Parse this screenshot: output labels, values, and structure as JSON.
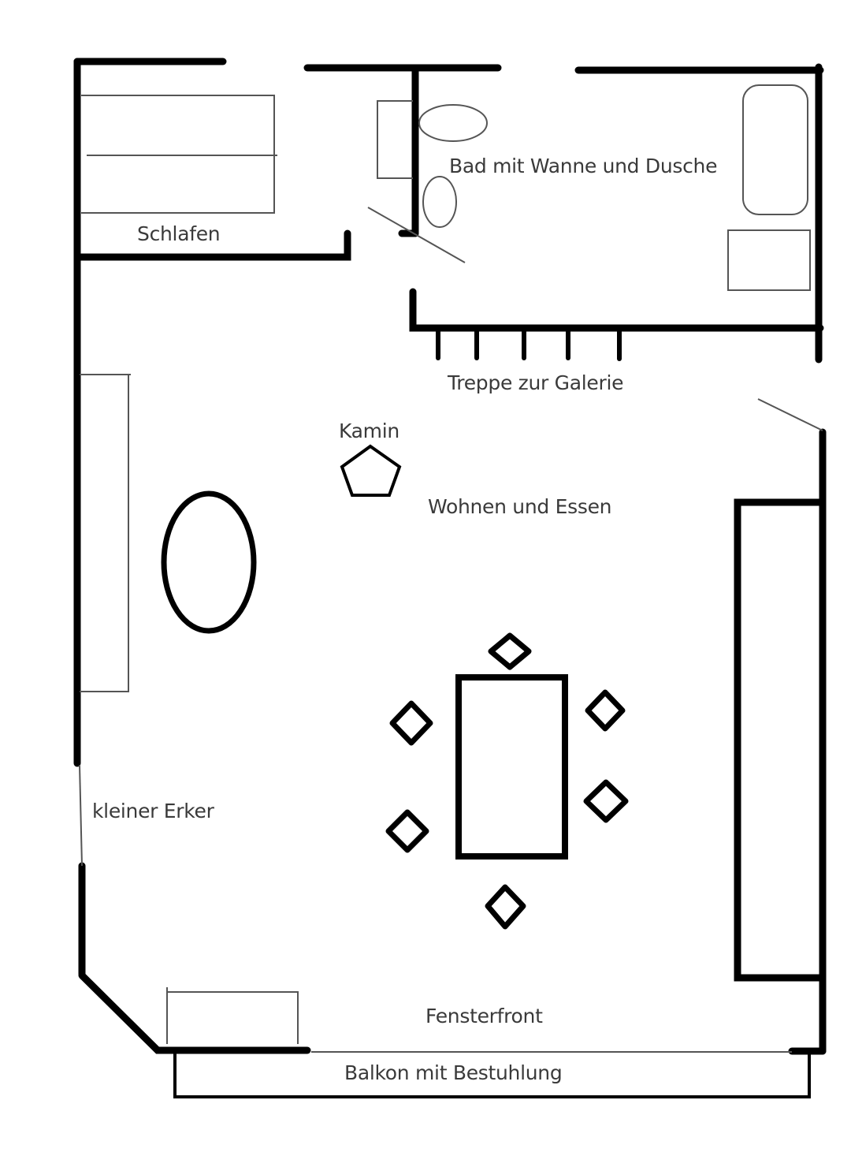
{
  "diagram": {
    "type": "floor-plan",
    "colors": {
      "wall": "#000000",
      "furniture": "#555555",
      "text": "#3a3a3a",
      "background": "#ffffff"
    }
  },
  "rooms": {
    "bedroom": {
      "label": "Schlafen"
    },
    "bathroom": {
      "label": "Bad mit Wanne und Dusche"
    },
    "stairs": {
      "label": "Treppe zur Galerie"
    },
    "fireplace": {
      "label": "Kamin"
    },
    "living": {
      "label": "Wohnen und Essen"
    },
    "bay": {
      "label": "kleiner Erker"
    },
    "window_front": {
      "label": "Fensterfront"
    },
    "balcony": {
      "label": "Balkon mit Bestuhlung"
    }
  },
  "furniture": {
    "bed": "bed-icon",
    "sink": "sink-icon",
    "toilet": "toilet-icon",
    "bathtub": "bathtub-icon",
    "shower": "shower-icon",
    "fireplace": "pentagon-fireplace-icon",
    "coffee_table": "oval-table-icon",
    "sideboard": "sideboard-icon",
    "dining_table": "dining-table-icon",
    "chairs_count": 6,
    "kitchen_counter": "counter-icon",
    "balcony_bench": "bench-icon"
  }
}
